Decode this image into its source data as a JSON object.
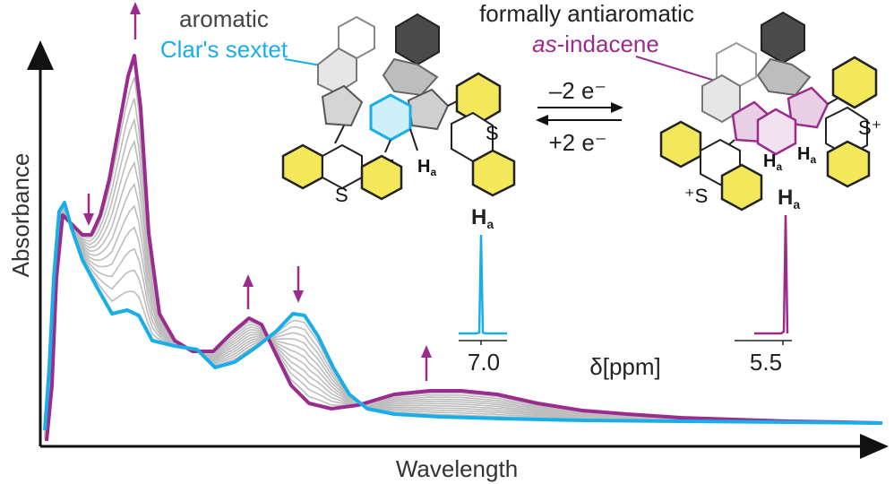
{
  "labels": {
    "aromatic": "aromatic",
    "clar": "Clar's sextet",
    "formally": "formally antiaromatic",
    "asPrefix": "as",
    "indaceneSuffix": "-indacene",
    "absorbance": "Absorbance",
    "wavelength": "Wavelength",
    "oxidation": "–2 e⁻",
    "reduction": "+2 e⁻",
    "ppm": "δ[ppm]",
    "shiftLeft": "7.0",
    "shiftRight": "5.5",
    "ha": "H",
    "haSub": "a",
    "sulfur": "S",
    "sulfurCationLeft": "⁺S",
    "sulfurCationRight": "S⁺"
  },
  "colors": {
    "cyan": "#1AAEE8",
    "purple": "#9A2C8E",
    "gray": "#BDBDBD",
    "yellow": "#F2E85A",
    "darkRing": "#4A4A4A",
    "lightRing": "#CFCFCF",
    "black": "#111111"
  },
  "chart_data": {
    "type": "line",
    "xlabel": "Wavelength",
    "ylabel": "Absorbance",
    "series": [
      {
        "name": "",
        "color": "purple"
      },
      {
        "name": "",
        "color": "cyan"
      }
    ]
  }
}
